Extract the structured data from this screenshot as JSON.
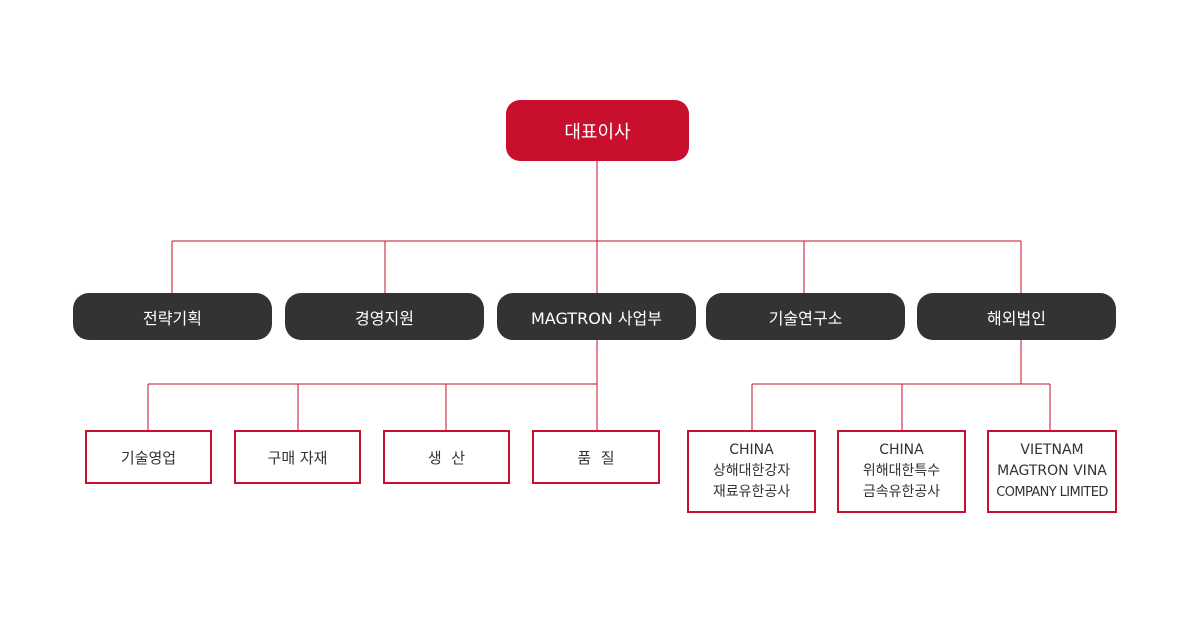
{
  "org": {
    "ceo": "대표이사",
    "departments": [
      {
        "label": "전략기획"
      },
      {
        "label": "경영지원"
      },
      {
        "label": "MAGTRON 사업부"
      },
      {
        "label": "기술연구소"
      },
      {
        "label": "해외법인"
      }
    ],
    "magtron_units": [
      {
        "label": "기술영업"
      },
      {
        "label": "구매 자재"
      },
      {
        "label": "생  산"
      },
      {
        "label": "품  질"
      }
    ],
    "overseas_entities": [
      {
        "lines": [
          "CHINA",
          "상해대한강자",
          "재료유한공사"
        ]
      },
      {
        "lines": [
          "CHINA",
          "위해대한특수",
          "금속유한공사"
        ]
      },
      {
        "lines": [
          "VIETNAM",
          "MAGTRON VINA",
          "COMPANY LIMITED"
        ]
      }
    ]
  },
  "colors": {
    "accent": "#c8102e",
    "dark": "#333333",
    "line": "#c8102e"
  }
}
